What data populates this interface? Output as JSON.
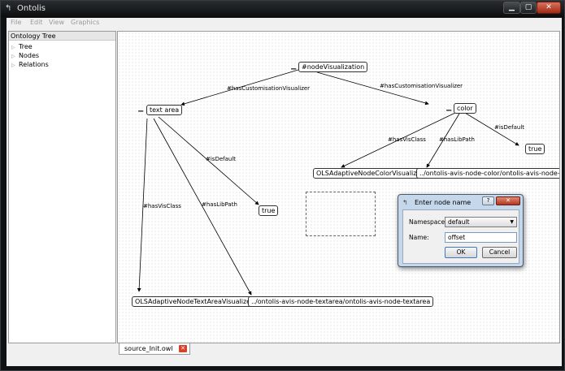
{
  "window": {
    "title": "Ontolis",
    "app_icon": "ontolis-logo-icon",
    "controls": {
      "minimize": "▁",
      "maximize": "▢",
      "close": "✕"
    }
  },
  "menubar": {
    "items": [
      "File",
      "Edit",
      "View",
      "Graphics"
    ]
  },
  "tree": {
    "header": "Ontology Tree",
    "items": [
      "Tree",
      "Nodes",
      "Relations"
    ]
  },
  "graph": {
    "nodes": {
      "nodeVisualization": "#nodeVisualization",
      "textArea": "text area",
      "color": "color",
      "trueColor": "true",
      "trueText": "true",
      "colorVisualizer": "OLSAdaptiveNodeColorVisualizer",
      "colorLibPath": "../ontolis-avis-node-color/ontolis-avis-node-color",
      "textAreaVisualizer": "OLSAdaptiveNodeTextAreaVisualizer",
      "textAreaLibPath": "../ontolis-avis-node-textarea/ontolis-avis-node-textarea"
    },
    "collapse_marker": "−",
    "edges": {
      "customLeft": "#hasCustomisationVisualizer",
      "customRight": "#hasCustomisationVisualizer",
      "isDefaultColor": "#isDefault",
      "visClassColor": "#hasVisClass",
      "libPathColor": "#hasLibPath",
      "isDefaultText": "#isDefault",
      "visClassText": "#hasVisClass",
      "libPathText": "#hasLibPath"
    }
  },
  "tabs": [
    {
      "label": "source_Init.owl",
      "close_icon": "close-icon"
    }
  ],
  "dialog": {
    "title": "Enter node name",
    "help_label": "?",
    "close_label": "✕",
    "namespace_label": "Namespace:",
    "namespace_value": "default",
    "name_label": "Name:",
    "name_value": "offset",
    "ok_label": "OK",
    "cancel_label": "Cancel"
  },
  "colors": {
    "close_button": "#c0392b",
    "dialog_frame": "#c5d7ea",
    "canvas_bg": "#ffffff",
    "titlebar": "#121416"
  }
}
